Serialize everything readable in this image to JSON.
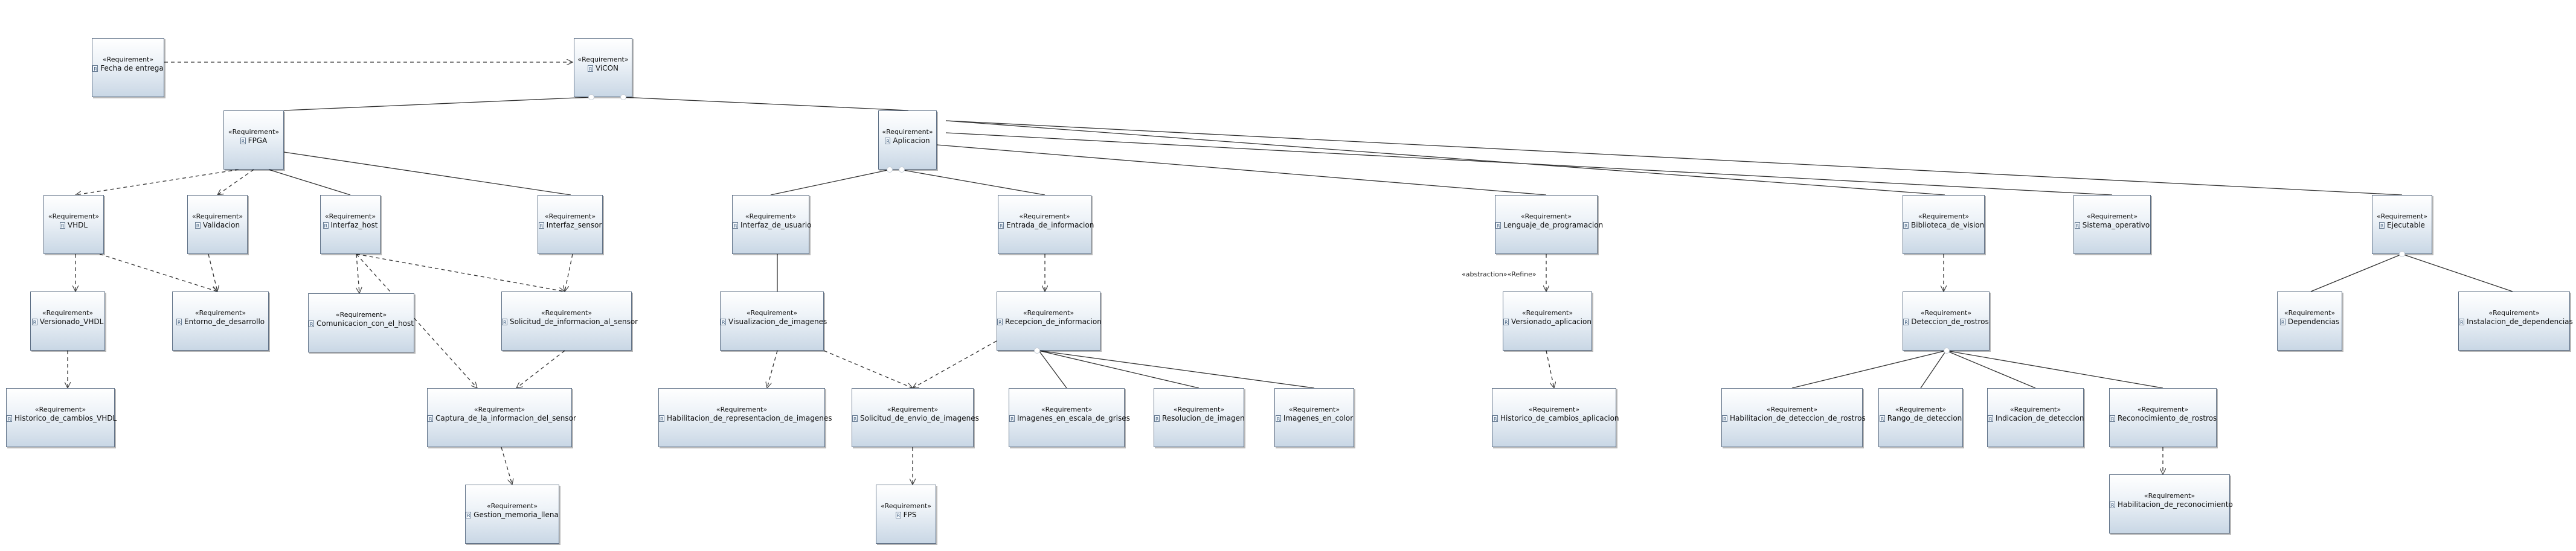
{
  "stereotype": "«Requirement»",
  "nodes": {
    "fecha_entrega": "Fecha de entrega",
    "vicon": "ViCON",
    "fpga": "FPGA",
    "aplicacion": "Aplicacion",
    "vhdl": "VHDL",
    "validacion": "Validacion",
    "interfaz_host": "Interfaz_host",
    "interfaz_sensor": "Interfaz_sensor",
    "interfaz_usuario": "Interfaz_de_usuario",
    "entrada_informacion": "Entrada_de_informacion",
    "lenguaje_programacion": "Lenguaje_de_programacion",
    "biblioteca_vision": "Biblioteca_de_vision",
    "sistema_operativo": "Sistema_operativo",
    "ejecutable": "Ejecutable",
    "versionado_vhdl": "Versionado_VHDL",
    "entorno_desarrollo": "Entorno_de_desarrollo",
    "comunicacion_host": "Comunicacion_con_el_host",
    "solicitud_info_sensor": "Solicitud_de_informacion_al_sensor",
    "visualizacion_imagenes": "Visualizacion_de_imagenes",
    "recepcion_informacion": "Recepcion_de_informacion",
    "versionado_aplicacion": "Versionado_aplicacion",
    "deteccion_rostros": "Deteccion_de_rostros",
    "dependencias": "Dependencias",
    "instalacion_dependencias": "Instalacion_de_dependencias",
    "historico_vhdl": "Historico_de_cambios_VHDL",
    "captura_info_sensor": "Captura_de_la_informacion_del_sensor",
    "habilitacion_representacion": "Habilitacion_de_representacion_de_imagenes",
    "solicitud_envio_imagenes": "Solicitud_de_envio_de_imagenes",
    "imagenes_grises": "Imagenes_en_escala_de_grises",
    "resolucion_imagen": "Resolucion_de_imagen",
    "imagenes_color": "Imagenes_en_color",
    "historico_aplicacion": "Historico_de_cambios_aplicacion",
    "habilitacion_deteccion": "Habilitacion_de_deteccion_de_rostros",
    "rango_deteccion": "Rango_de_deteccion",
    "indicacion_deteccion": "Indicacion_de_deteccion",
    "reconocimiento_rostros": "Reconocimiento_de_rostros",
    "gestion_memoria": "Gestion_memoria_llena",
    "fps": "FPS",
    "habilitacion_reconocimiento": "Habilitacion_de_reconocimiento"
  },
  "link_labels": {
    "abstraction_refine": "«abstraction»«Refine»"
  }
}
